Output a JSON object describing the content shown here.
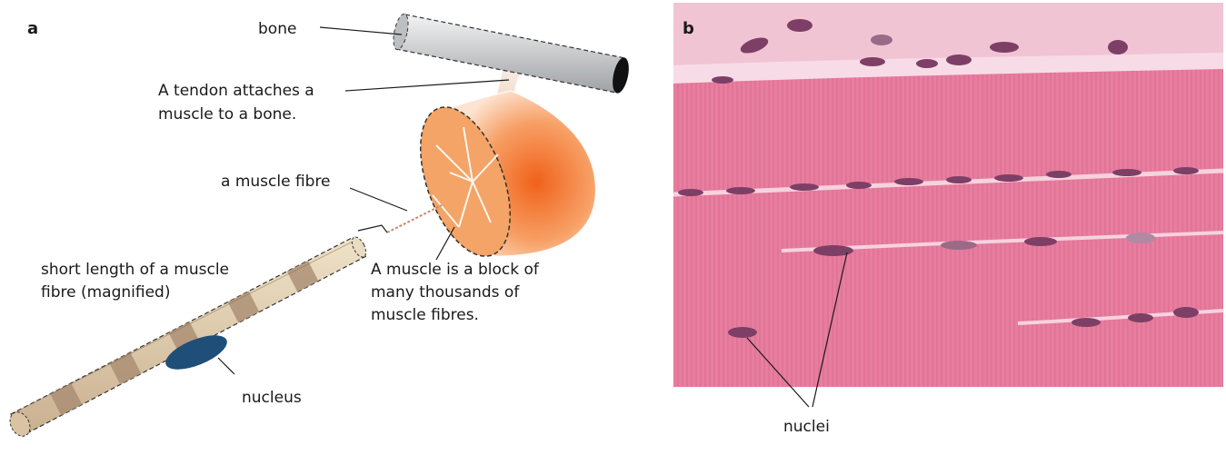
{
  "panel_a": {
    "letter": "a",
    "labels": {
      "bone": "bone",
      "tendon_line1": "A tendon attaches a",
      "tendon_line2": "muscle to a bone.",
      "fibre": "a muscle fibre",
      "short_line1": "short length of a muscle",
      "short_line2": "fibre (magnified)",
      "muscle_line1": "A muscle is a block of",
      "muscle_line2": "many thousands of",
      "muscle_line3": "muscle fibres.",
      "nucleus": "nucleus"
    },
    "colors": {
      "bone": "#cfd1d3",
      "muscle_core": "#f0781e",
      "muscle_cut": "#f2a66a",
      "fibre_light": "#efe2c8",
      "fibre_dark": "#b79a7e",
      "nucleus": "#1f4e79"
    }
  },
  "panel_b": {
    "letter": "b",
    "labels": {
      "nuclei": "nuclei"
    },
    "colors": {
      "tissue": "#e57d9e",
      "nuclei": "#7d3f66",
      "gap": "#f7dbe6"
    }
  }
}
